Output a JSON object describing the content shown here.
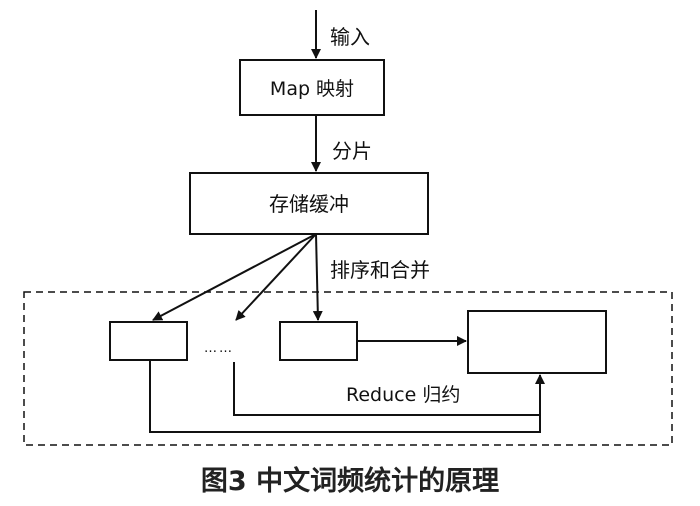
{
  "labels": {
    "input": "输入",
    "map": "Map 映射",
    "shard": "分片",
    "buffer": "存储缓冲",
    "sort_merge": "排序和合并",
    "ellipsis": "……",
    "reduce": "Reduce 归约"
  },
  "caption": "图3  中文词频统计的原理"
}
